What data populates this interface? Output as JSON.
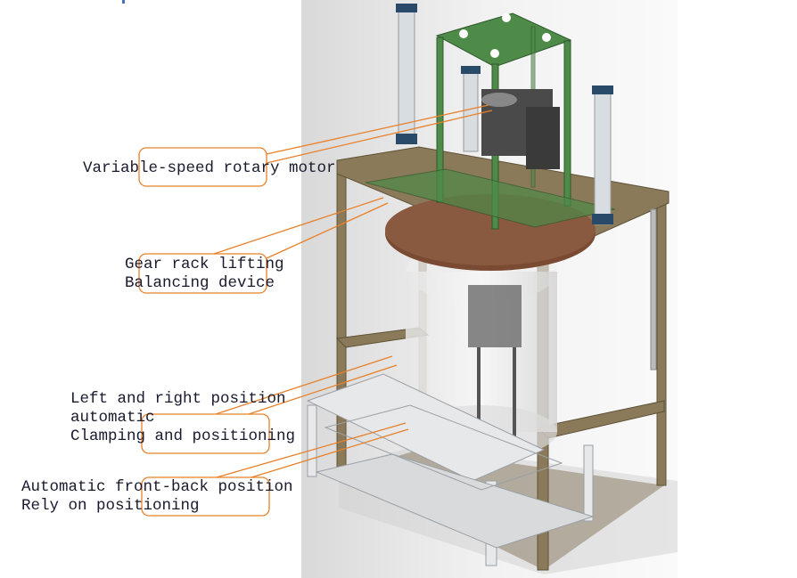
{
  "labels": {
    "motor": "Variable-speed rotary motor",
    "rack_line1": "Gear rack lifting",
    "rack_line2": "Balancing device",
    "clamp_line1": "Left and right position",
    "clamp_line2": "automatic",
    "clamp_line3": "Clamping and positioning",
    "frontback_line1": "Automatic front-back position",
    "frontback_line2": "Rely on positioning"
  },
  "colors": {
    "callout": "#e8802a",
    "text": "#1a1a2e",
    "frame": "#8a7a5a",
    "green_frame": "#4e8a48",
    "disc": "#7a4a32"
  }
}
